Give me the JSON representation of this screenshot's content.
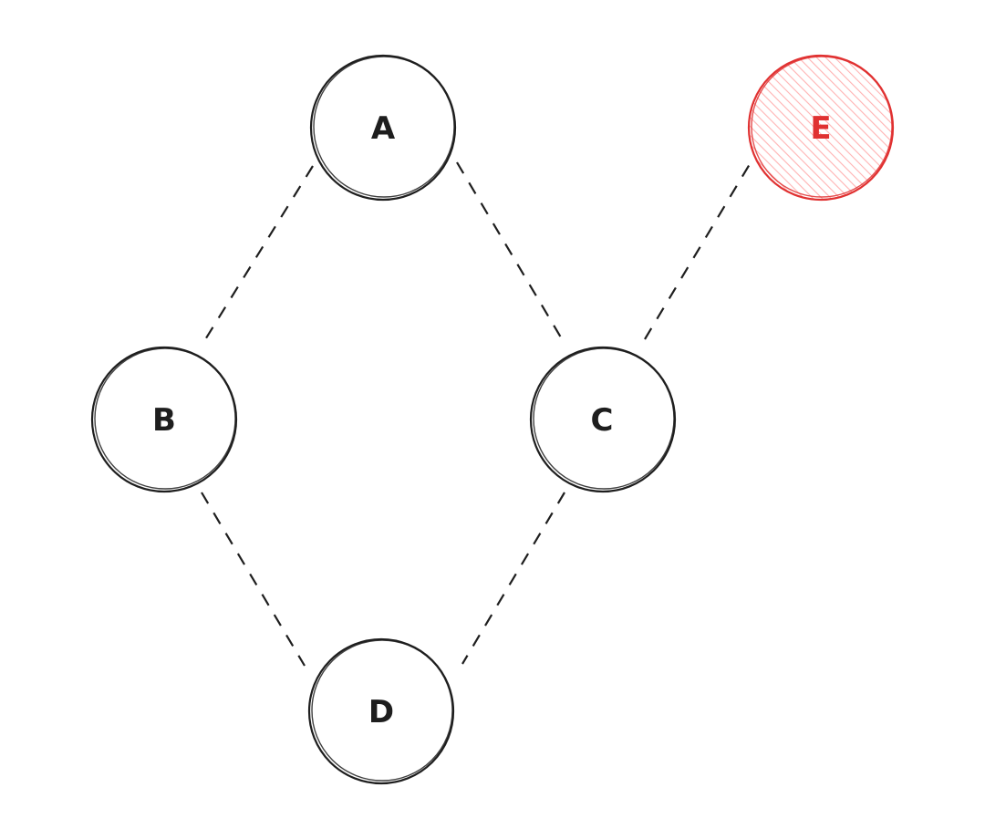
{
  "diagram": {
    "nodes": [
      {
        "id": "A",
        "label": "A",
        "color": "#1e1e1e",
        "highlighted": false
      },
      {
        "id": "B",
        "label": "B",
        "color": "#1e1e1e",
        "highlighted": false
      },
      {
        "id": "C",
        "label": "C",
        "color": "#1e1e1e",
        "highlighted": false
      },
      {
        "id": "D",
        "label": "D",
        "color": "#1e1e1e",
        "highlighted": false
      },
      {
        "id": "E",
        "label": "E",
        "color": "#e03131",
        "highlighted": true,
        "fill": "#ffc9c9"
      }
    ],
    "edges": [
      {
        "from": "A",
        "to": "B",
        "style": "dashed"
      },
      {
        "from": "A",
        "to": "C",
        "style": "dashed"
      },
      {
        "from": "B",
        "to": "D",
        "style": "dashed"
      },
      {
        "from": "C",
        "to": "D",
        "style": "dashed"
      },
      {
        "from": "C",
        "to": "E",
        "style": "dashed"
      }
    ]
  }
}
